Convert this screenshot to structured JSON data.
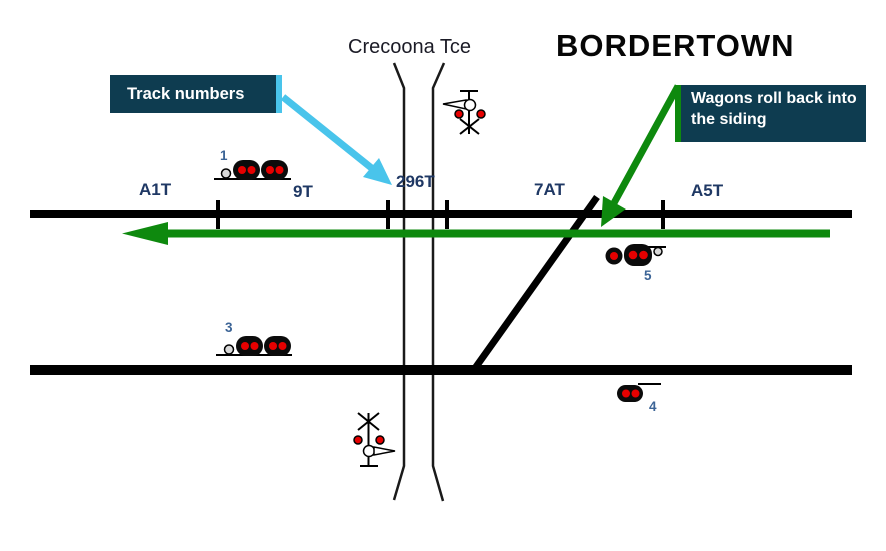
{
  "title": "BORDERTOWN",
  "street": {
    "name": "Crecoona Tce"
  },
  "callouts": {
    "track_numbers": {
      "label": "Track numbers"
    },
    "wagons_roll_back": {
      "label": "Wagons roll back into the siding"
    }
  },
  "tracks": {
    "labels": [
      {
        "id": "A1T"
      },
      {
        "id": "9T"
      },
      {
        "id": "296T"
      },
      {
        "id": "7AT"
      },
      {
        "id": "A5T"
      }
    ]
  },
  "signals": [
    {
      "number": "1"
    },
    {
      "number": "3"
    },
    {
      "number": "5"
    },
    {
      "number": "4"
    }
  ],
  "colors": {
    "callout_bg": "#0E3C50",
    "cyan_accent": "#49C4EB",
    "green_accent": "#0E890E",
    "track_black": "#000000",
    "label_navy": "#1F3864",
    "signal_number_blue": "#3C6496",
    "signal_lamp_red": "#E60000"
  }
}
